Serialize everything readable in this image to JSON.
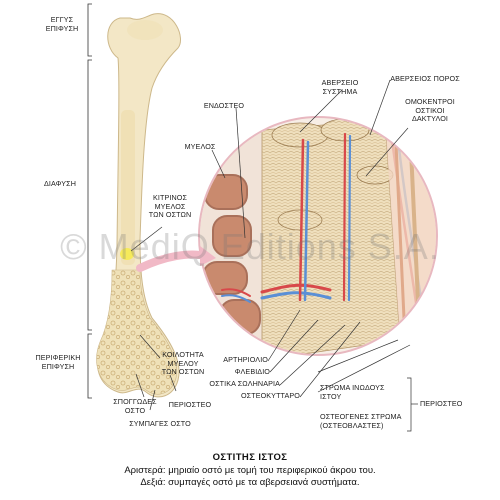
{
  "labels": {
    "epiphysis_top": "ΕΓΓΥΣ\nΕΠΙΦΥΣΗ",
    "diaphysis": "ΔΙΑΦΥΣΗ",
    "epiphysis_bottom": "ΠΕΡΙΦΕΡΙΚΗ\nΕΠΙΦΥΣΗ",
    "yellow_marrow": "ΚΙΤΡΙΝΟΣ\nΜΥΕΛΟΣ\nΤΩΝ ΟΣΤΩΝ",
    "marrow_cavity": "ΚΟΙΛΟΤΗΤΑ\nΜΥΕΛΟΥ\nΤΩΝ ΟΣΤΩΝ",
    "spongy_bone": "ΣΠΟΓΓΩΔΕΣ\nΟΣΤΟ",
    "periosteum_left": "ΠΕΡΙΟΣΤΕΟ",
    "compact_bone": "ΣΥΜΠΑΓΕΣ ΟΣΤΟ",
    "endosteum": "ΕΝΔΟΣΤΕΟ",
    "marrow": "ΜΥΕΛΟΣ",
    "haversian_system": "ΑΒΕΡΣΕΙΟ\nΣΥΣΤΗΜΑ",
    "haversian_canal": "ΑΒΕΡΣΕΙΟΣ ΠΟΡΟΣ",
    "concentric_lamellae": "ΟΜΟΚΕΝΤΡΟΙ\nΟΣΤΙΚΟΙ\nΔΑΚΤΥΛΟΙ",
    "arteriole": "ΑΡΤΗΡΙΟΛΙΟ",
    "venule": "ΦΛΕΒΙΔΙΟ",
    "canaliculi": "ΟΣΤΙΚΑ ΣΩΛΗΝΑΡΙΑ",
    "osteocyte": "ΟΣΤΕΟΚΥΤΤΑΡΟ",
    "fibrous_layer": "ΣΤΡΩΜΑ ΙΝΩΔΟΥΣ\nΙΣΤΟΥ",
    "osteogenic_layer": "ΟΣΤΕΟΓΕΝΕΣ ΣΤΡΩΜΑ\n(ΟΣΤΕΟΒΛΑΣΤΕΣ)",
    "periosteum_right": "ΠΕΡΙΟΣΤΕΟ"
  },
  "caption": {
    "title": "ΟΣΤΙΤΗΣ ΙΣΤΟΣ",
    "line1": "Αριστερά: μηριαίο οστό με τομή του περιφερικού άκρου του.",
    "line2": "Δεξιά: συμπαγές οστό με τα αβερσειανά συστήματα."
  },
  "watermark": "© MediQ Editions S.A.",
  "colors": {
    "bone": "#f3e7c6",
    "bone_edge": "#cdb88a",
    "spongy": "#e6d5a8",
    "marrow_yellow": "#f6ea5a",
    "lamella": "#e9d7b4",
    "artery": "#d8484a",
    "vein": "#5a8fd6",
    "circle_edge": "#e8b8c0"
  }
}
